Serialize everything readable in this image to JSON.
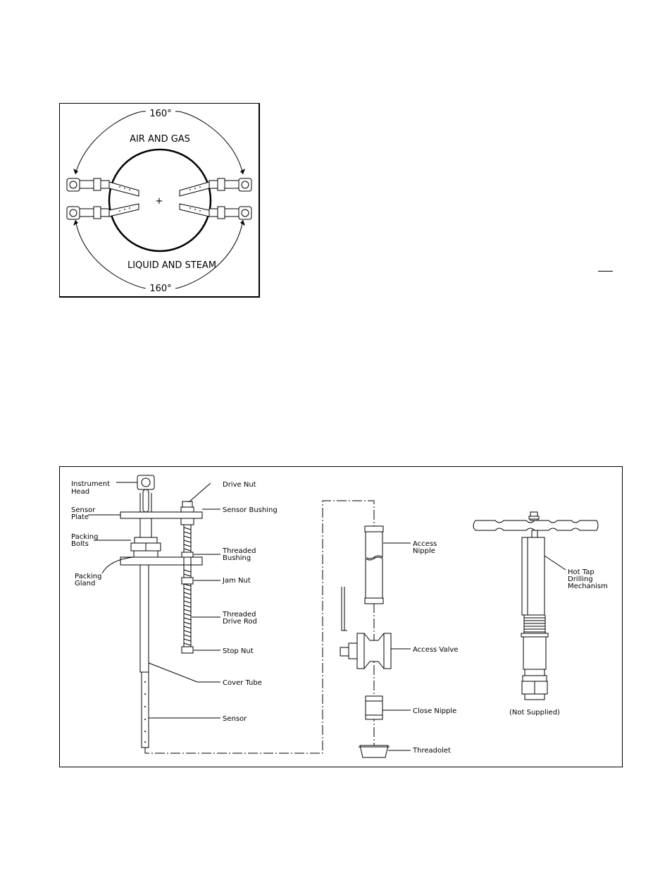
{
  "orientation_figure": {
    "top_angle": "160°",
    "top_label": "AIR AND GAS",
    "bottom_label": "LIQUID AND STEAM",
    "bottom_angle": "160°",
    "center_mark": "+"
  },
  "installation_figure": {
    "labels": {
      "instrument_head": [
        "Instrument",
        "Head"
      ],
      "sensor_plate": [
        "Sensor",
        "Plate"
      ],
      "packing_bolts": [
        "Packing",
        "Bolts"
      ],
      "packing_gland": [
        "Packing",
        "Gland"
      ],
      "drive_nut": "Drive Nut",
      "sensor_bushing": "Sensor Bushing",
      "threaded_bushing": [
        "Threaded",
        "Bushing"
      ],
      "jam_nut": "Jam Nut",
      "threaded_drive_rod": [
        "Threaded",
        "Drive Rod"
      ],
      "stop_nut": "Stop Nut",
      "cover_tube": "Cover Tube",
      "sensor": "Sensor",
      "access_nipple": [
        "Access",
        "Nipple"
      ],
      "access_valve": "Access Valve",
      "close_nipple": "Close Nipple",
      "threadolet": "Threadolet",
      "hot_tap": [
        "Hot Tap",
        "Drilling",
        "Mechanism"
      ],
      "not_supplied": "(Not Supplied)"
    }
  }
}
